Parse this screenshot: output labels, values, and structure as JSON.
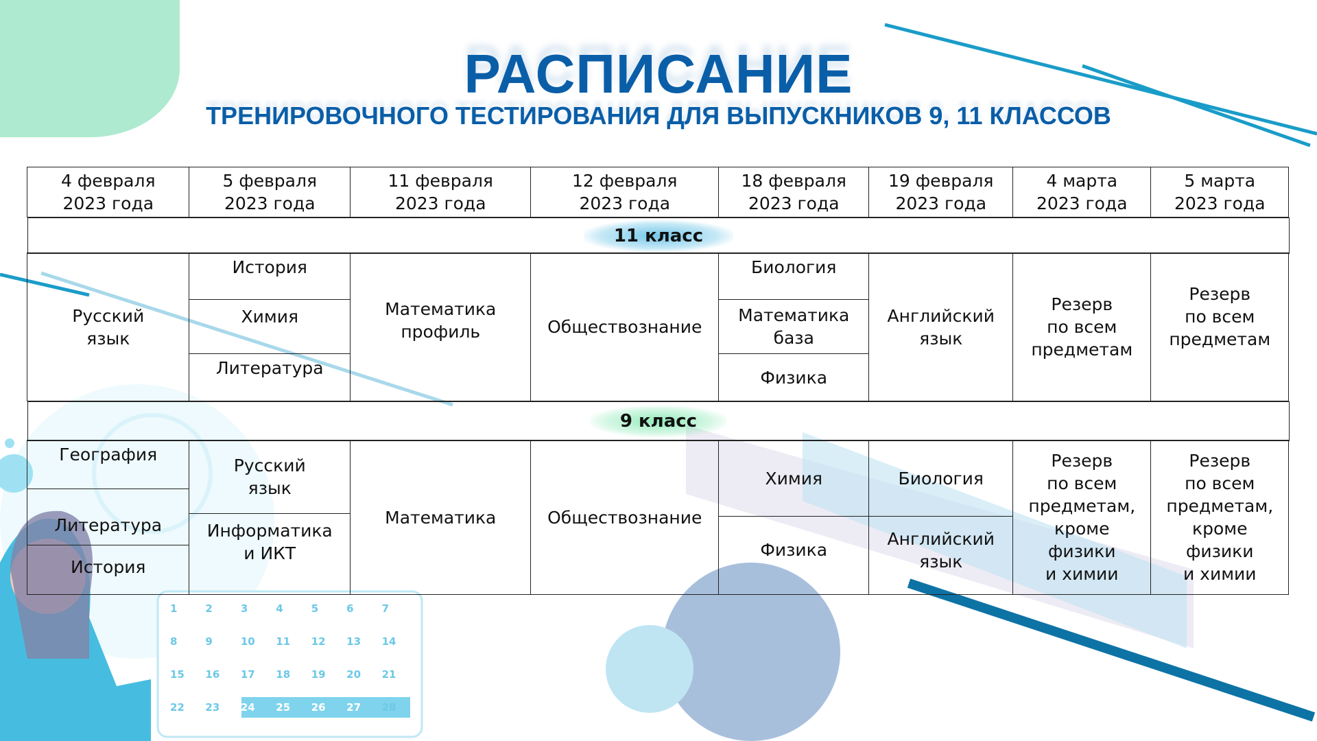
{
  "title": "РАСПИСАНИЕ",
  "subtitle": "ТРЕНИРОВОЧНОГО ТЕСТИРОВАНИЯ ДЛЯ ВЫПУСКНИКОВ 9, 11 КЛАССОВ",
  "dates": [
    "4 февраля\n2023 года",
    "5 февраля\n2023 года",
    "11 февраля\n2023 года",
    "12 февраля\n2023 года",
    "18 февраля\n2023 года",
    "19 февраля\n2023 года",
    "4 марта\n2023 года",
    "5 марта\n2023 года"
  ],
  "grade11": {
    "label": "11 класс",
    "cells": [
      "Русский\nязык",
      "История",
      "Химия",
      "Литература",
      "Математика\nпрофиль",
      "Обществознание",
      "Биология",
      "Математика\nбаза",
      "Физика",
      "Английский\nязык",
      "Резерв\nпо всем\nпредметам",
      "Резерв\nпо всем\nпредметам"
    ]
  },
  "grade9": {
    "label": "9 класс",
    "cells": [
      "География",
      "Литература",
      "История",
      "Русский\nязык",
      "Информатика\nи ИКТ",
      "Математика",
      "Обществознание",
      "Химия",
      "Физика",
      "Биология",
      "Английский\nязык",
      "Резерв\nпо всем\nпредметам,\nкроме\nфизики\nи химии",
      "Резерв\nпо всем\nпредметам,\nкроме\nфизики\nи химии"
    ]
  },
  "calendar": [
    "1",
    "2",
    "3",
    "4",
    "5",
    "6",
    "7",
    "8",
    "9",
    "10",
    "11",
    "12",
    "13",
    "14",
    "15",
    "16",
    "17",
    "18",
    "19",
    "20",
    "21",
    "22",
    "23",
    "24",
    "25",
    "26",
    "27",
    "28"
  ],
  "colors": {
    "brand": "#0a5ea8",
    "accent": "#1a9cc8"
  }
}
